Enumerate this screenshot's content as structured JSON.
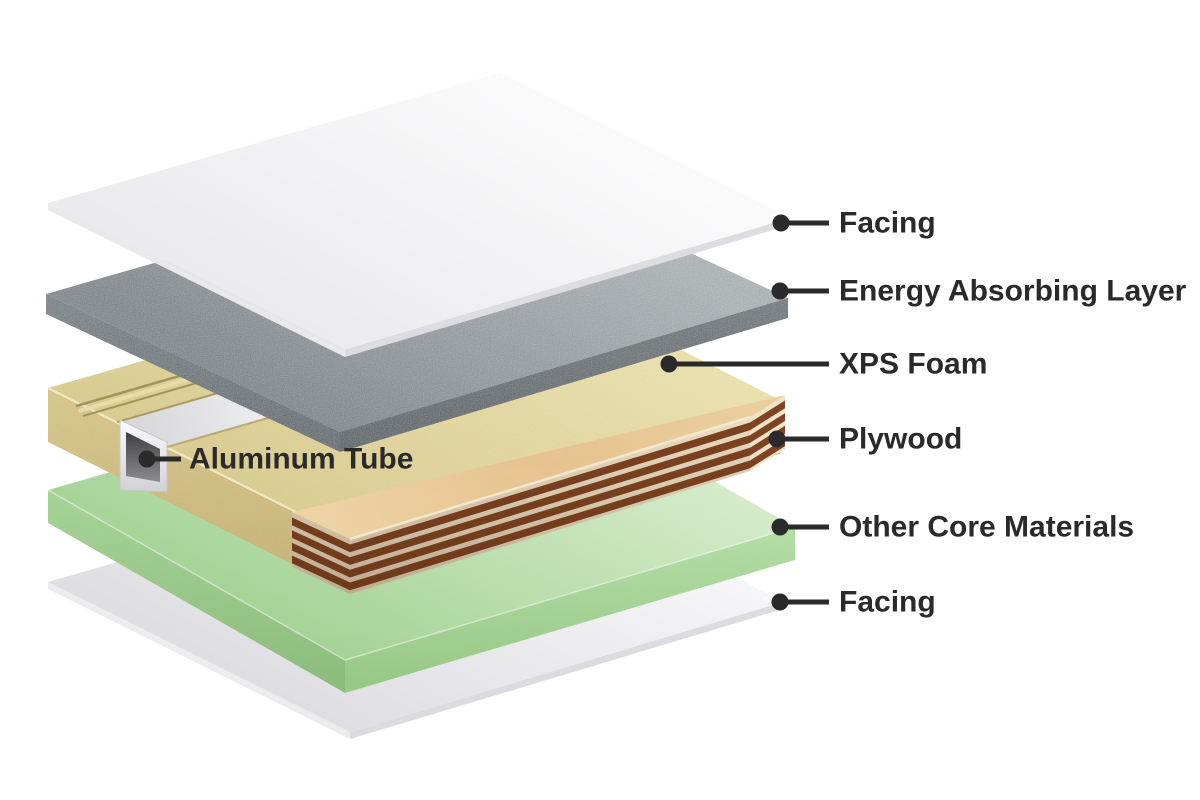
{
  "diagram": {
    "type": "exploded-layer-diagram",
    "subject": "sandwich panel construction",
    "layer_order_top_to_bottom": [
      "Facing",
      "Energy Absorbing Layer",
      "XPS Foam (with Aluminum Tube)",
      "Plywood",
      "Other Core Materials",
      "Facing"
    ]
  },
  "labels": {
    "facing_top": "Facing",
    "energy_absorbing": "Energy Absorbing Layer",
    "xps_foam": "XPS Foam",
    "plywood": "Plywood",
    "other_core": "Other Core Materials",
    "facing_bottom": "Facing",
    "aluminum_tube": "Aluminum Tube"
  },
  "colors": {
    "background": "#ffffff",
    "label_text": "#2a2a2a",
    "leader_line": "#2a2a2a",
    "facing": "#f2f2f4",
    "energy_layer": "#8b9297",
    "xps_foam": "#e6d89f",
    "plywood_wood": "#e7cfa3",
    "plywood_cream": "#efe2c6",
    "plywood_brown": "#7d4322",
    "aluminum": "#f2f2f3",
    "tube_hole": "#4a4a4d",
    "other_core": "#b7dfa9"
  }
}
